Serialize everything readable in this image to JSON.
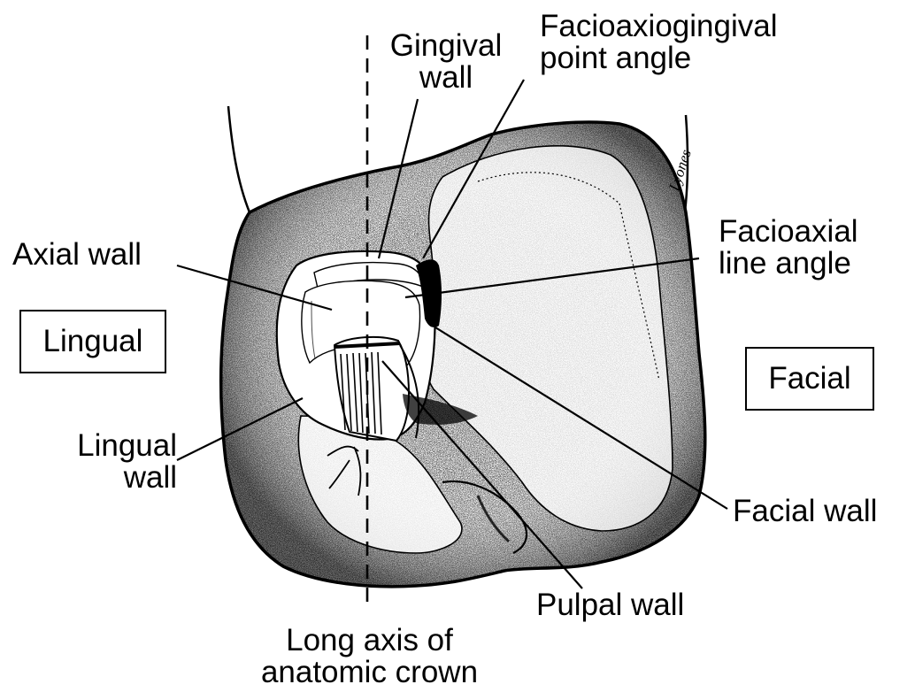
{
  "labels": {
    "gingival_wall": [
      "Gingival",
      "wall"
    ],
    "facioaxiogingival_point_angle": [
      "Facioaxiogingival",
      "point angle"
    ],
    "axial_wall": "Axial wall",
    "facioaxial_line_angle": [
      "Facioaxial",
      "line angle"
    ],
    "lingual_box": "Lingual",
    "facial_box": "Facial",
    "lingual_wall": [
      "Lingual",
      "wall"
    ],
    "facial_wall": "Facial wall",
    "pulpal_wall": "Pulpal wall",
    "long_axis": [
      "Long axis of",
      "anatomic crown"
    ]
  },
  "artist_signature": "Lyones"
}
